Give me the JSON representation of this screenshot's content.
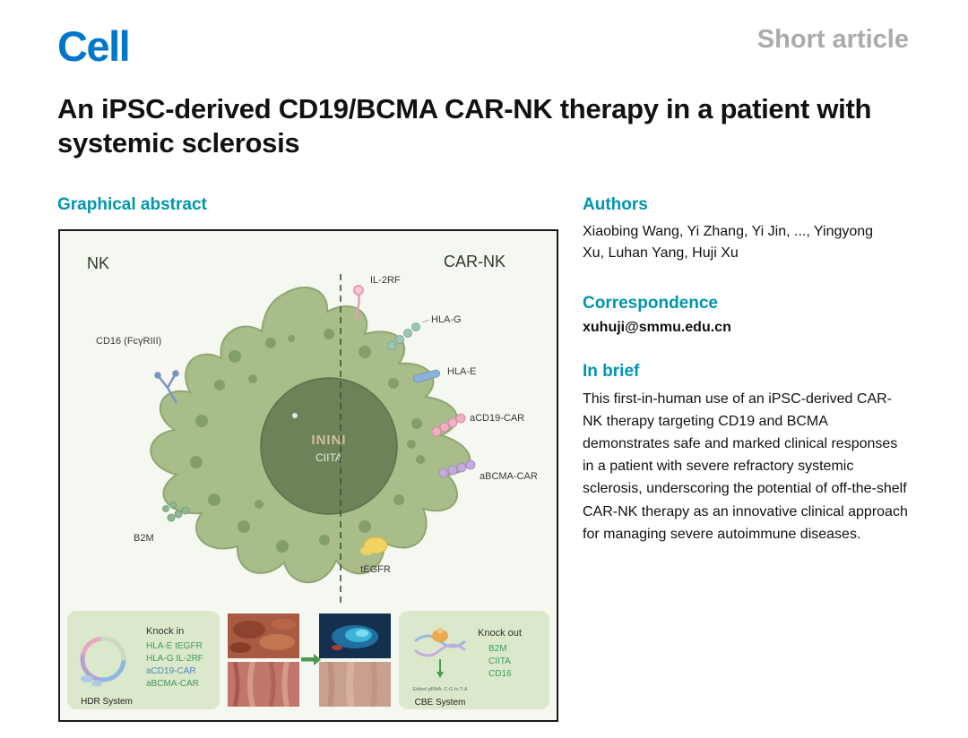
{
  "accent_colors": {
    "logo_blue": "#0077C8",
    "heading_teal": "#0096AE",
    "article_type_gray": "#ABABAB",
    "cell_green": "#A9BD8B",
    "nucleus_green": "#6E8259",
    "knockin_green": "#3F9B57"
  },
  "header": {
    "journal_logo": "Cell",
    "article_type": "Short article"
  },
  "title": "An iPSC-derived CD19/BCMA CAR-NK therapy in a patient with systemic sclerosis",
  "graphical_abstract": {
    "heading": "Graphical abstract",
    "cell_left_label": "NK",
    "cell_right_label": "CAR-NK",
    "nucleus_glyph": "ININI",
    "nucleus_label": "CIITA",
    "receptor_labels": [
      "IL-2RF",
      "HLA-G",
      "HLA-E",
      "aCD19-CAR",
      "aBCMA-CAR",
      "tEGFR",
      "CD16 (FcγRIII)",
      "B2M"
    ],
    "knock_in": {
      "title": "Knock in",
      "items": [
        "HLA-E tEGFR",
        "HLA-G IL-2RF",
        "aCD19-CAR",
        "aBCMA-CAR"
      ],
      "system": "HDR System"
    },
    "knock_out": {
      "title": "Knock out",
      "items": [
        "B2M",
        "CIITA",
        "CD16"
      ],
      "system": "CBE System",
      "note": "Edited gRNA: C-G to T-A"
    }
  },
  "sidebar": {
    "authors_heading": "Authors",
    "authors": "Xiaobing Wang, Yi Zhang, Yi Jin, ..., Yingyong Xu, Luhan Yang, Huji Xu",
    "correspondence_heading": "Correspondence",
    "correspondence_email": "xuhuji@smmu.edu.cn",
    "in_brief_heading": "In brief",
    "in_brief_text": "This first-in-human use of an iPSC-derived CAR-NK therapy targeting CD19 and BCMA demonstrates safe and marked clinical responses in a patient with severe refractory systemic sclerosis, underscoring the potential of off-the-shelf CAR-NK therapy as an innovative clinical approach for managing severe autoimmune diseases."
  }
}
